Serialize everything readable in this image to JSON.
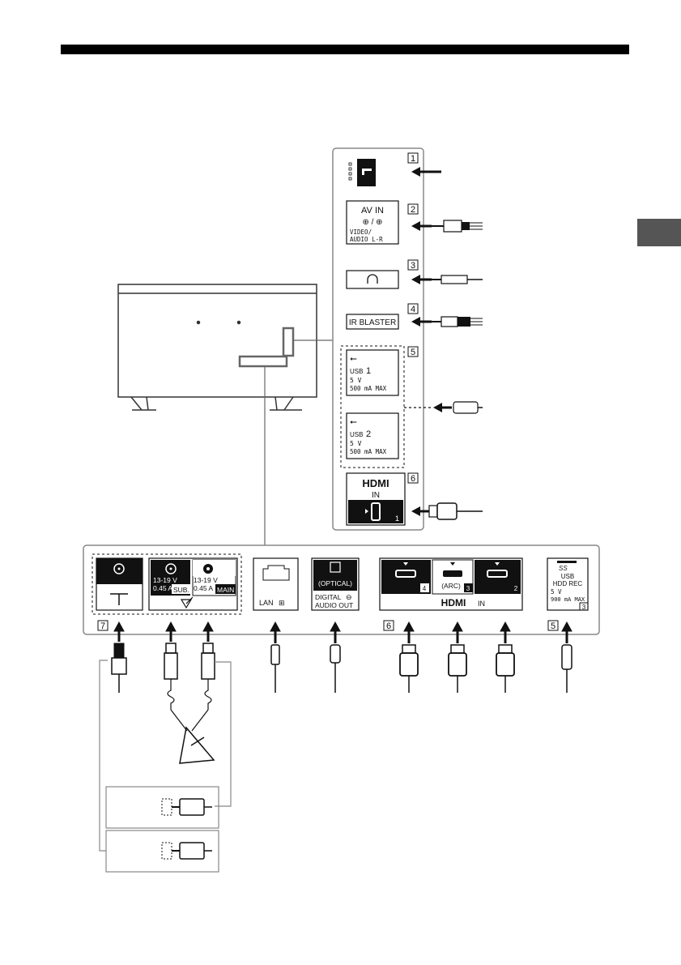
{
  "side_panel": {
    "numbers": [
      "1",
      "2",
      "3",
      "4",
      "5",
      "6"
    ],
    "av_in": {
      "title": "AV IN",
      "sub1": "VIDEO/",
      "sub2": "AUDIO L-R"
    },
    "ir_blaster": "IR BLASTER",
    "usb1": {
      "label": "USB",
      "num": "1",
      "volt": "5 V",
      "amp": "500 mA MAX"
    },
    "usb2": {
      "label": "USB",
      "num": "2",
      "volt": "5 V",
      "amp": "500 mA MAX"
    },
    "hdmi": {
      "logo": "HDMI",
      "in": "IN",
      "port": "1"
    }
  },
  "bottom_panel": {
    "sat_sub": {
      "volt": "13-19 V",
      "amp": "0.45 A",
      "tag": "SUB."
    },
    "sat_main": {
      "volt": "13-19 V",
      "amp": "0.45 A",
      "tag": "MAIN"
    },
    "lan": "LAN",
    "optical": {
      "label": "(OPTICAL)",
      "line1": "DIGITAL",
      "line2": "AUDIO OUT"
    },
    "hdmi_ports": [
      "4",
      "3",
      "2"
    ],
    "arc": "(ARC)",
    "hdmi_logo": "HDMI",
    "hdmi_in": "IN",
    "usb3": {
      "logo": "SS",
      "line1": "USB",
      "line2": "HDD REC",
      "volt": "5 V",
      "amp": "900 mA MAX",
      "port": "3"
    },
    "numbers": [
      "7",
      "6",
      "5"
    ]
  },
  "colors": {
    "accent": "#000000",
    "tab": "#555555",
    "panel_border": "#888888"
  },
  "icons": [
    "headphone-icon",
    "usb-icon",
    "lan-icon",
    "satellite-dish-icon",
    "antenna-icon",
    "audio-out-icon",
    "ir-plug-icon"
  ]
}
